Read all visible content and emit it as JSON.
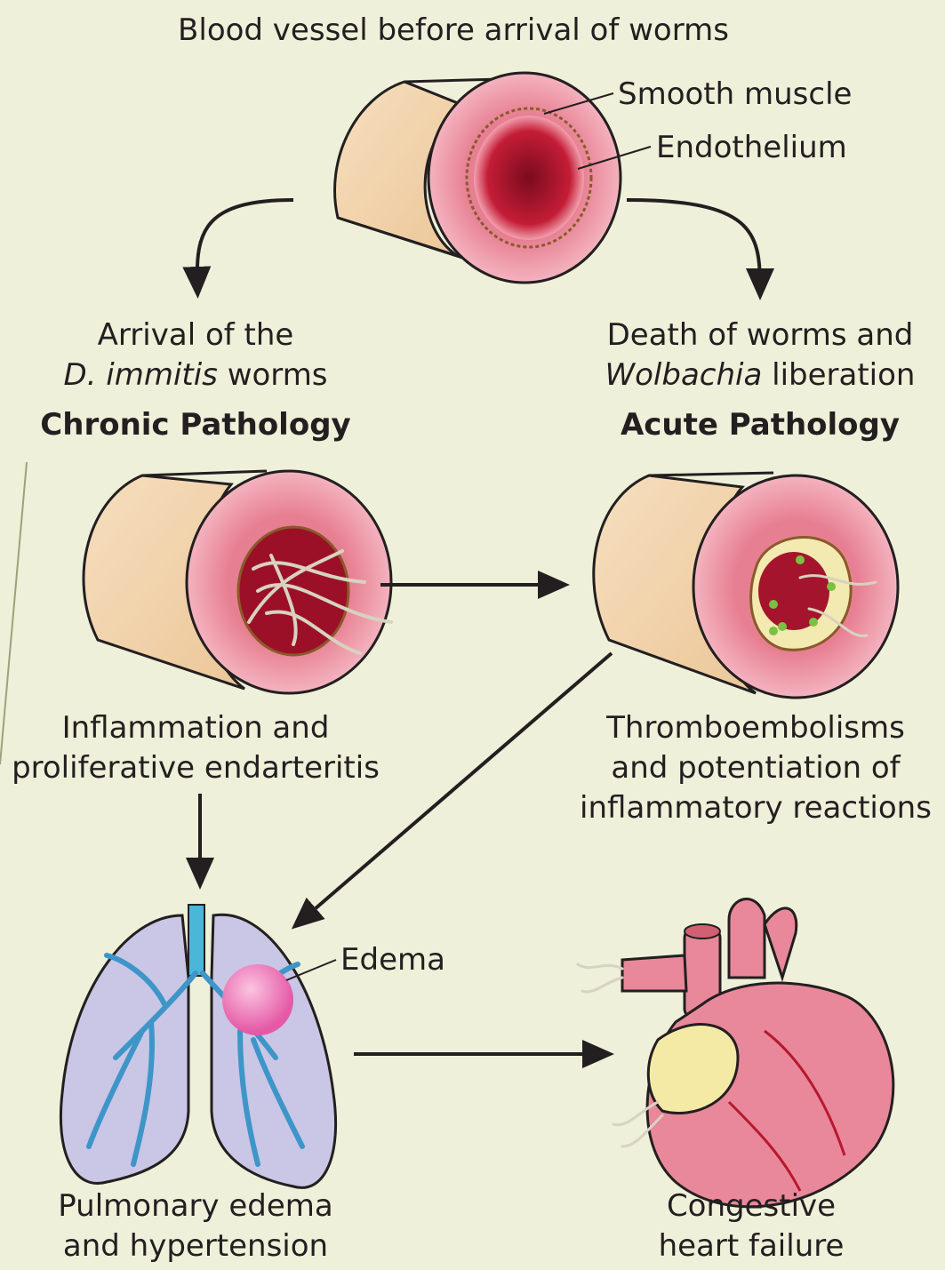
{
  "diagram": {
    "title": "Blood vessel before arrival of worms",
    "labels": {
      "smooth_muscle": "Smooth muscle",
      "endothelium": "Endothelium",
      "edema": "Edema"
    },
    "left_branch": {
      "line1": "Arrival of the",
      "line2_italic": "D. immitis",
      "line2_rest": " worms",
      "heading": "Chronic Pathology",
      "outcome_line1": "Inflammation and",
      "outcome_line2": "proliferative endarteritis"
    },
    "right_branch": {
      "line1": "Death of worms and",
      "line2_italic": "Wolbachia",
      "line2_rest": " liberation",
      "heading": "Acute Pathology",
      "outcome_line1": "Thromboembolisms",
      "outcome_line2": "and potentiation of",
      "outcome_line3": "inflammatory reactions"
    },
    "bottom_left": {
      "line1": "Pulmonary edema",
      "line2": "and hypertension"
    },
    "bottom_right": {
      "line1": "Congestive",
      "line2": "heart failure"
    },
    "colors": {
      "background": "#eef0d9",
      "vessel_outer": "#f5d9b2",
      "vessel_wall": "#e98a9b",
      "lumen": "#b8182f",
      "lung": "#c9c6e6",
      "bronchi": "#4a9ccf",
      "heart": "#e8889a",
      "edema": "#f06fb4"
    }
  }
}
